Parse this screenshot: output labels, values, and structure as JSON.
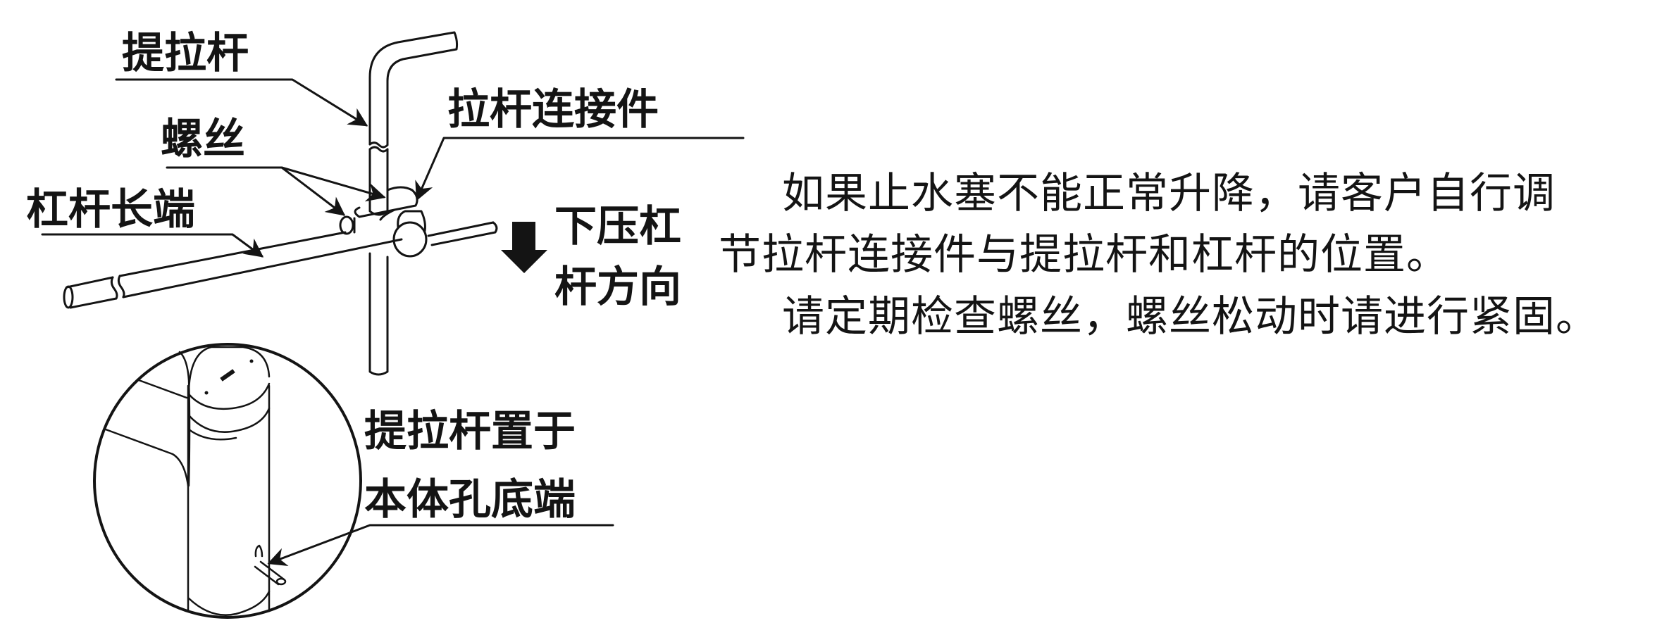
{
  "diagram": {
    "labels": {
      "pull_rod": "提拉杆",
      "screw": "螺丝",
      "rod_connector": "拉杆连接件",
      "lever_long_end": "杠杆长端",
      "press_direction_line1": "下压杠",
      "press_direction_line2": "杆方向",
      "placement_line1": "提拉杆置于",
      "placement_line2": "本体孔底端"
    },
    "icons": [
      "down-arrow-icon"
    ]
  },
  "instructions": {
    "line1": "如果止水塞不能正常升降，请客户自行调",
    "line2": "节拉杆连接件与提拉杆和杠杆的位置。",
    "line3": "请定期检查螺丝，螺丝松动时请进行紧固。"
  },
  "colors": {
    "ink": "#141414",
    "background": "#ffffff"
  }
}
